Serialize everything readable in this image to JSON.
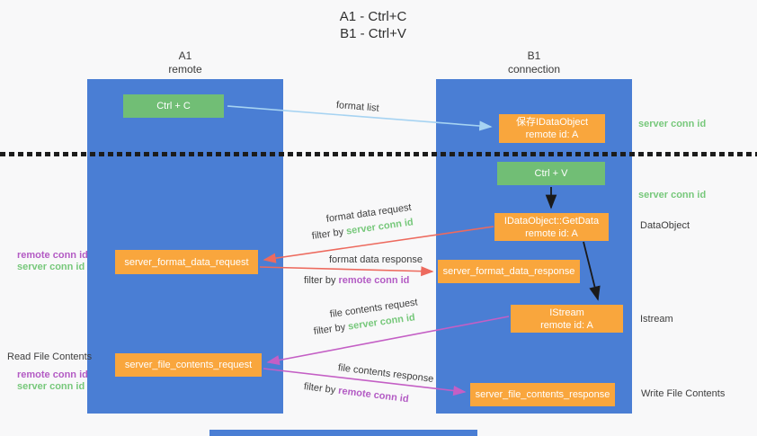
{
  "title": {
    "line1": "A1 - Ctrl+C",
    "line2": "B1 - Ctrl+V"
  },
  "columns": {
    "left": {
      "id": "A1",
      "role": "remote"
    },
    "right": {
      "id": "B1",
      "role": "connection"
    }
  },
  "nodes": {
    "ctrl_c": "Ctrl + C",
    "ctrl_v": "Ctrl + V",
    "save_dataobject": {
      "line1": "保存IDataObject",
      "line2": "remote id: A"
    },
    "getdata": {
      "line1": "IDataObject::GetData",
      "line2": "remote id: A"
    },
    "istream": {
      "line1": "IStream",
      "line2": "remote id: A"
    },
    "format_request": "server_format_data_request",
    "format_response": "server_format_data_response",
    "file_request": "server_file_contents_request",
    "file_response": "server_file_contents_response"
  },
  "arrow_labels": {
    "format_list": "format list",
    "format_data_request": "format data request",
    "format_data_response": "format data response",
    "file_contents_request": "file contents request",
    "file_contents_response": "file contents response",
    "filter_by": "filter by",
    "server_conn_id": "server conn id",
    "remote_conn_id": "remote conn id"
  },
  "side_labels": {
    "server_conn_id_top": "server conn id",
    "server_conn_id_mid": "server conn id",
    "dataobject": "DataObject",
    "istream": "Istream",
    "write_file": "Write File Contents",
    "read_file": "Read File Contents",
    "left_format": {
      "remote": "remote conn id",
      "server": "server conn id"
    },
    "left_file": {
      "remote": "remote conn id",
      "server": "server conn id"
    }
  },
  "colors": {
    "column_blue": "#4a7ed4",
    "box_green": "#71be75",
    "box_orange": "#f9a63d",
    "text_green": "#77c87b",
    "text_purple": "#b35bc4",
    "arrow_lightblue": "#a6d3f2",
    "arrow_red": "#ed6a5e",
    "arrow_magenta": "#c45fc5",
    "arrow_black": "#1a1a1a"
  }
}
